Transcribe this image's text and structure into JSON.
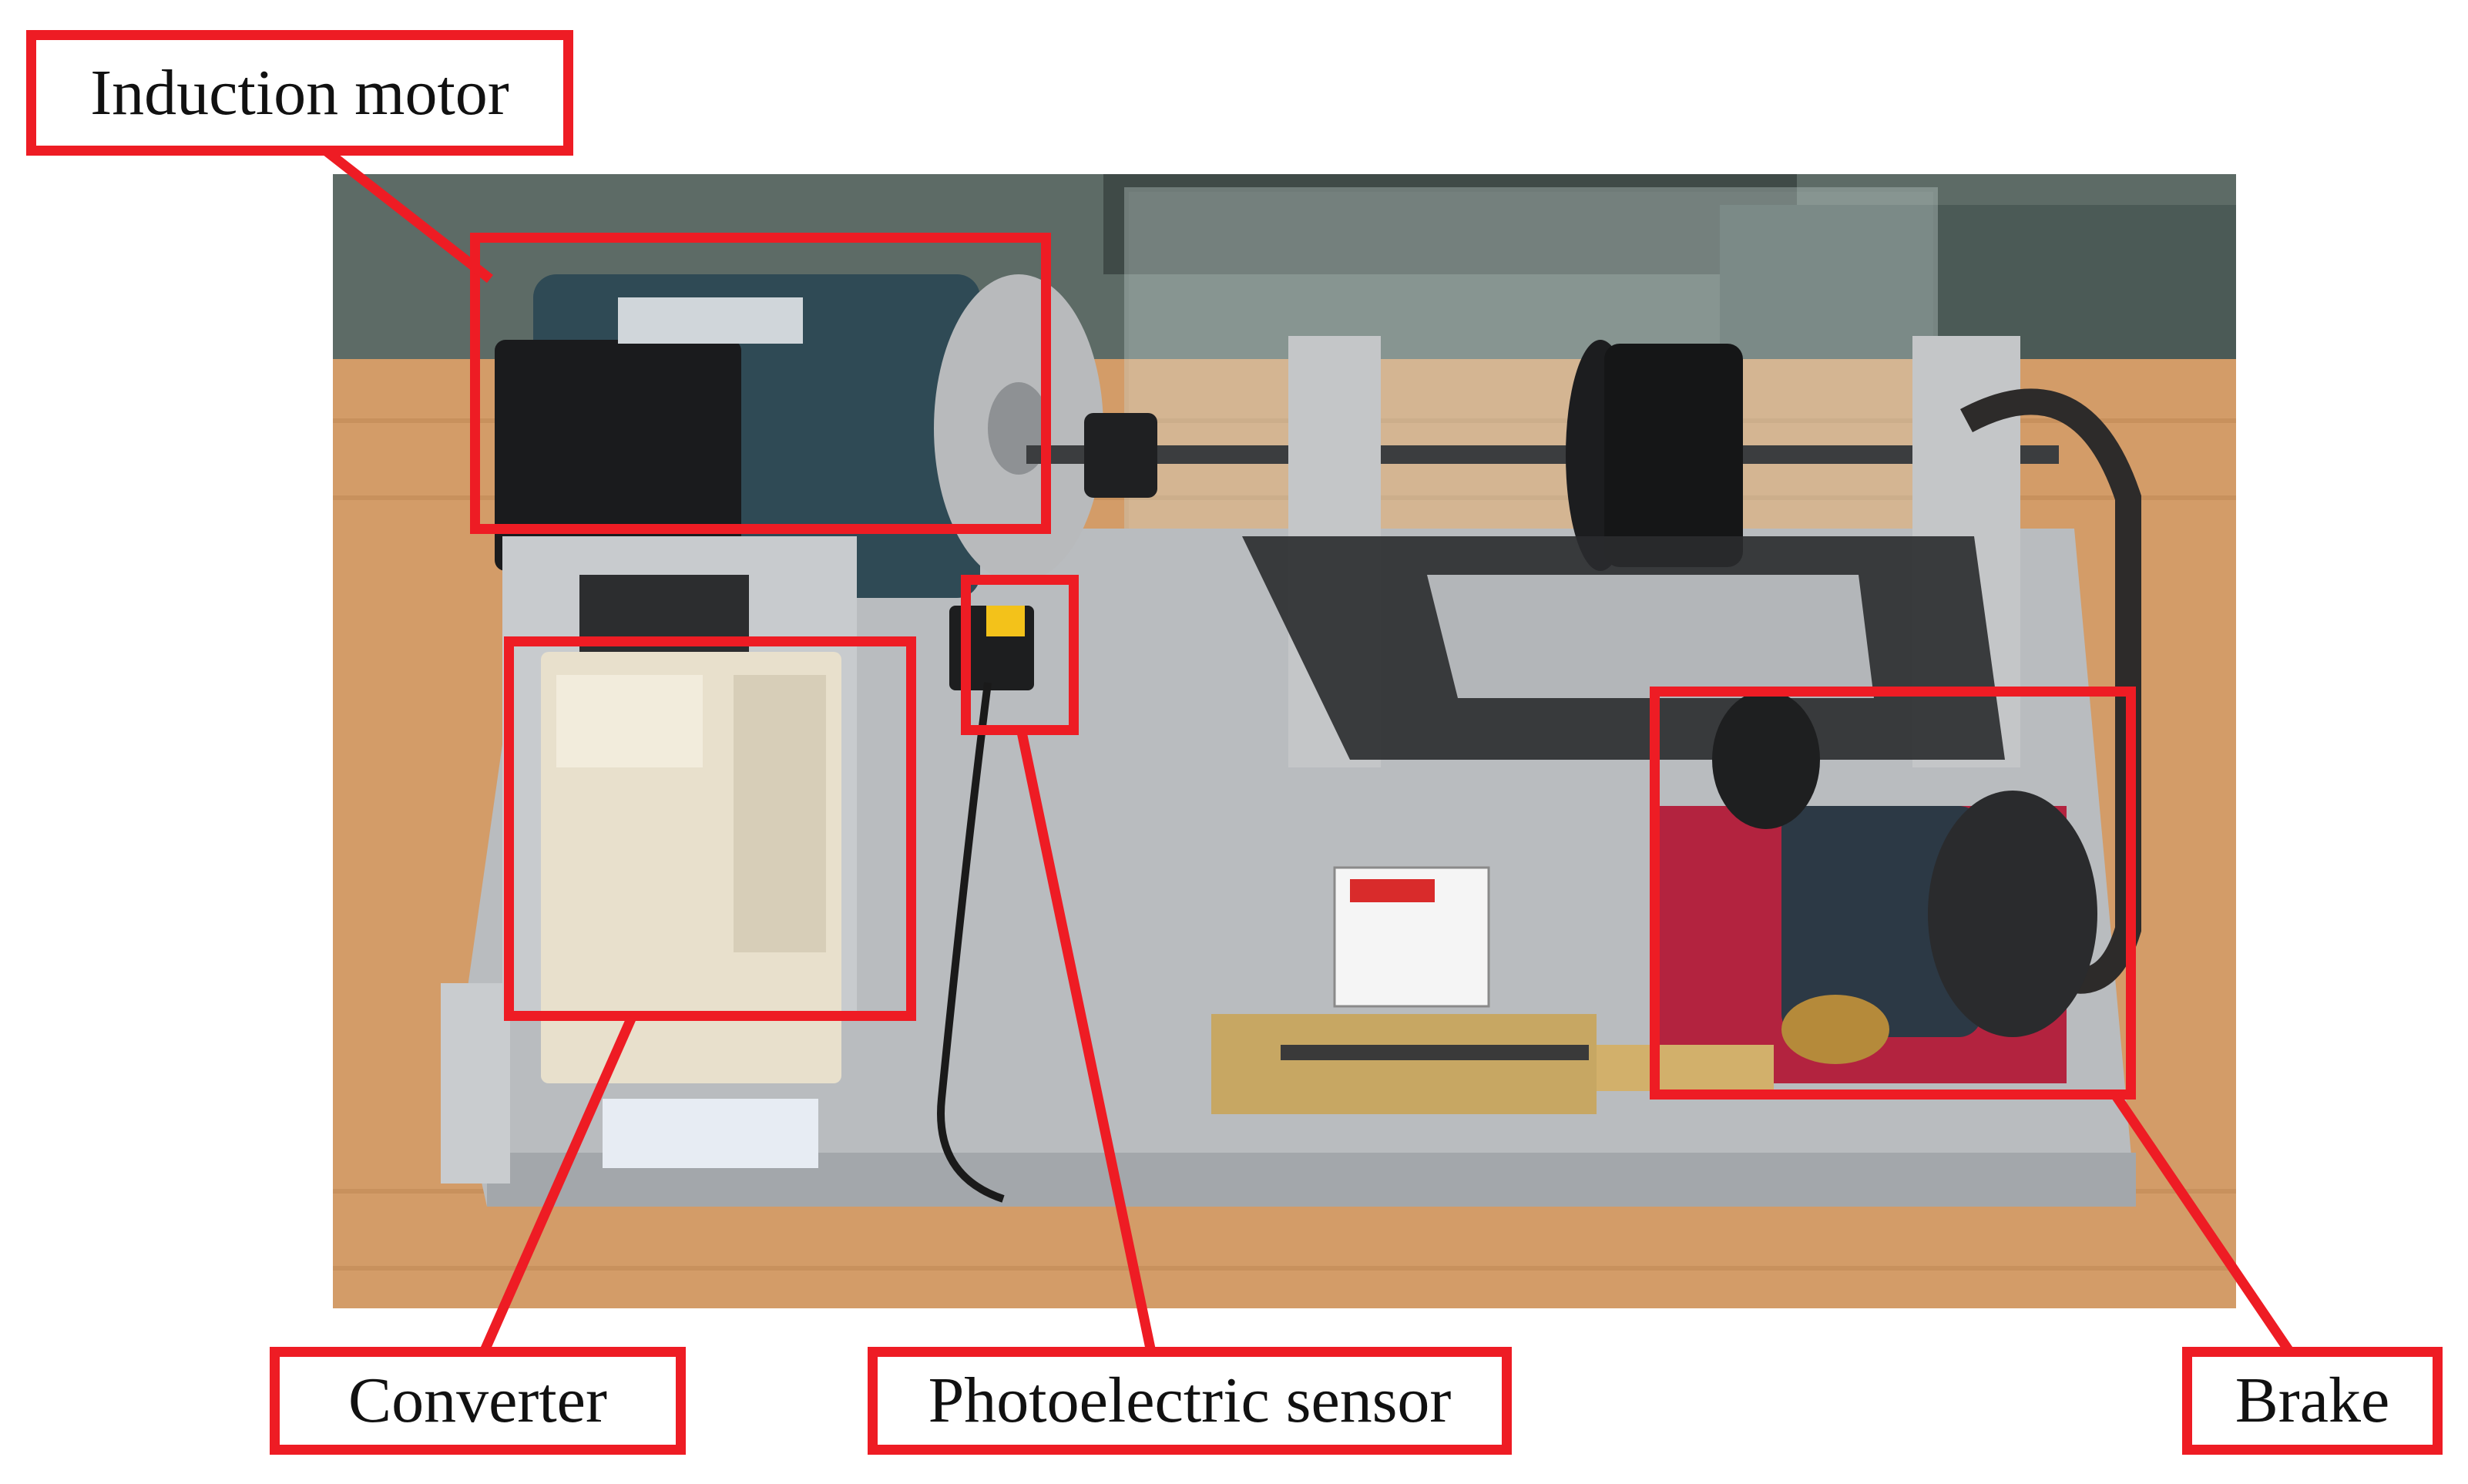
{
  "labels": {
    "induction_motor": "Induction motor",
    "converter": "Converter",
    "photoelectric_sensor": "Photoelectric sensor",
    "brake": "Brake"
  },
  "colors": {
    "highlight": "#ee1c24",
    "label_text": "#111111",
    "background": "#ffffff"
  }
}
